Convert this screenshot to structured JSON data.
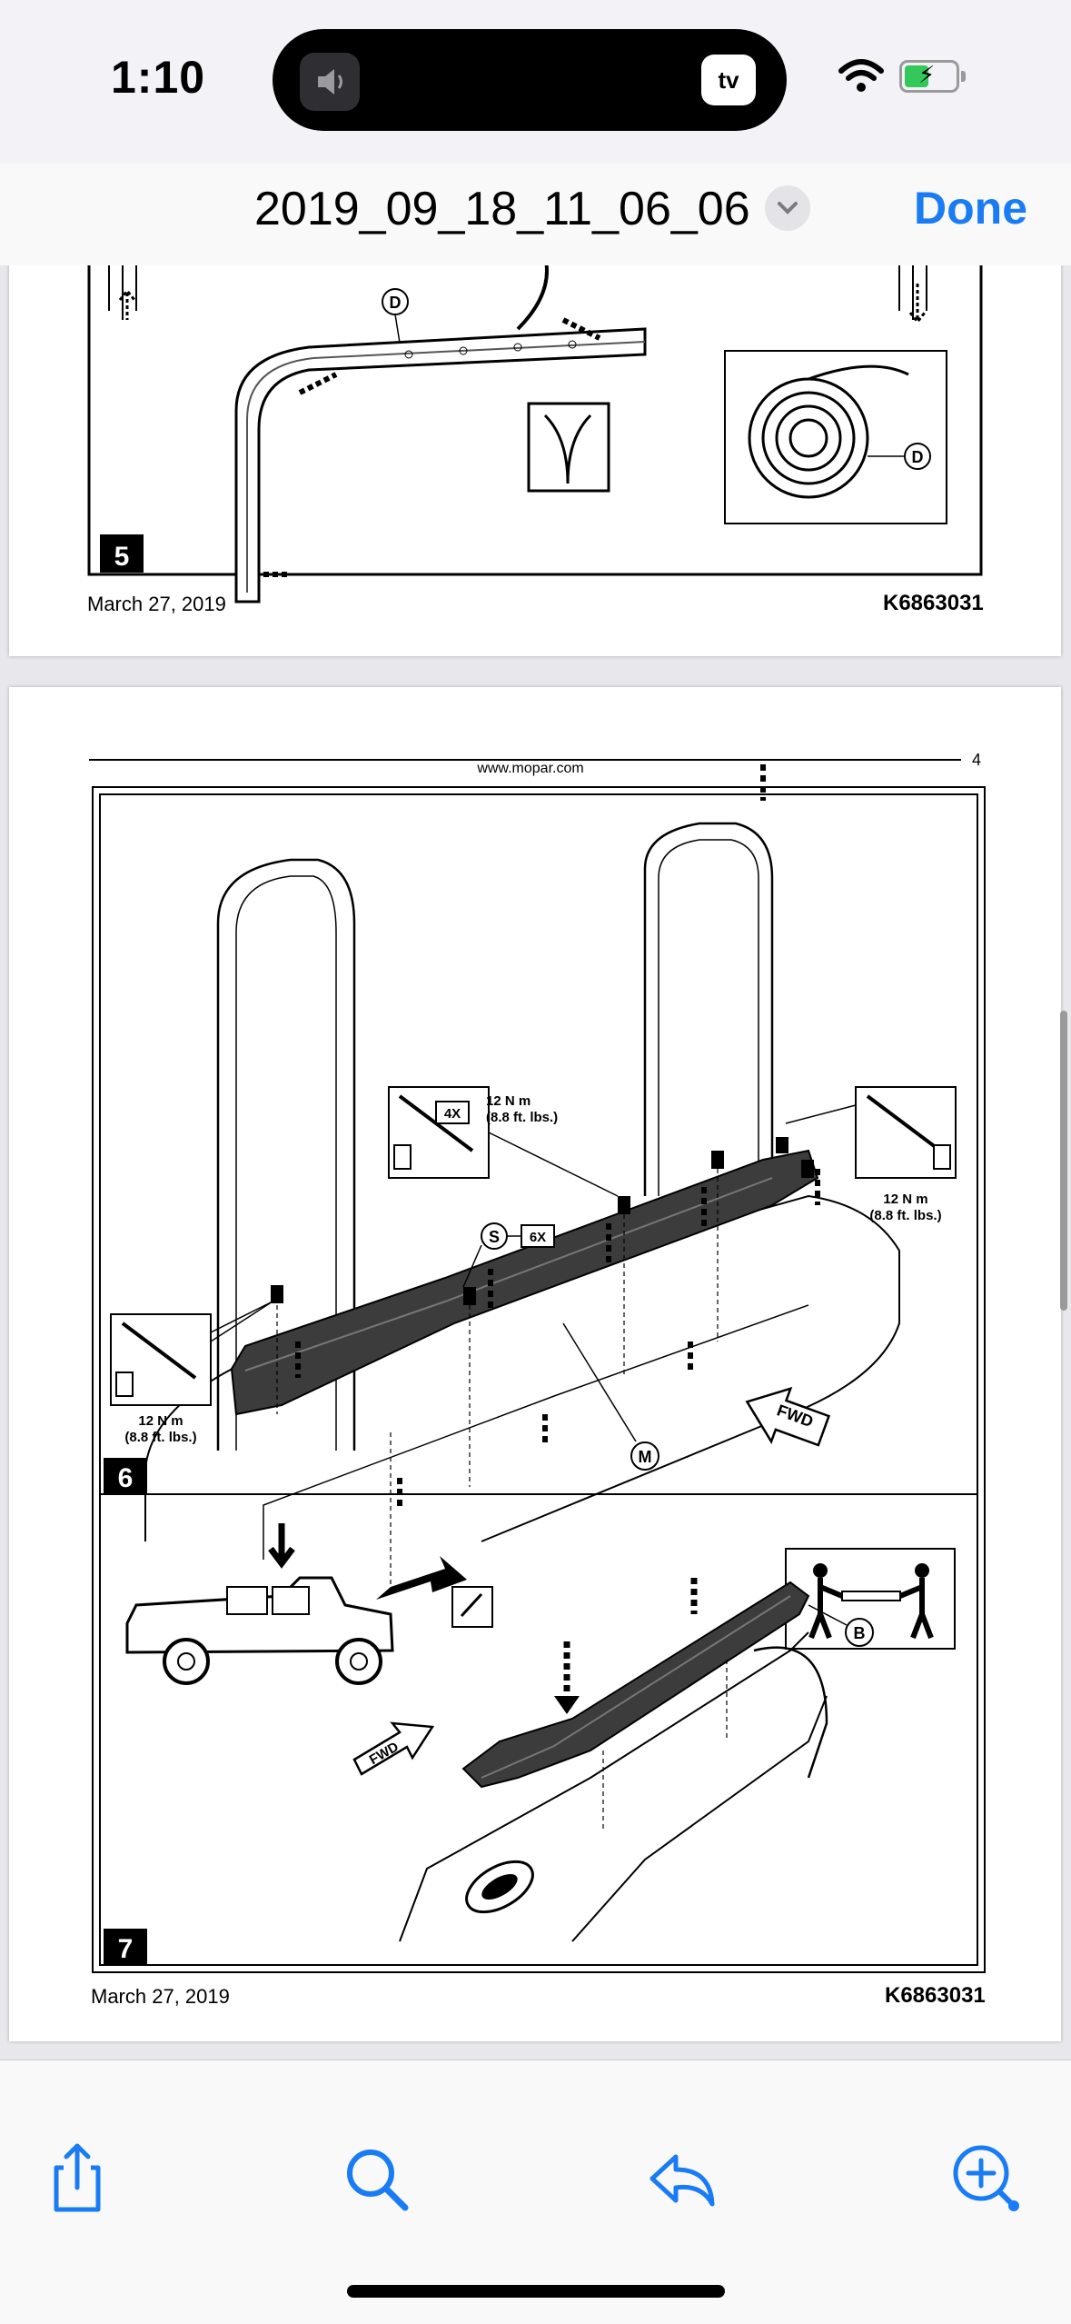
{
  "status_bar": {
    "time": "1:10",
    "island_app": "tv"
  },
  "title_bar": {
    "title": "2019_09_18_11_06_06",
    "done_label": "Done"
  },
  "document": {
    "page_a": {
      "step_number": "5",
      "date": "March 27, 2019",
      "code": "K6863031",
      "callout_d": "D"
    },
    "page_b": {
      "header_url": "www.mopar.com",
      "page_number": "4",
      "step_6": "6",
      "step_7": "7",
      "date": "March 27, 2019",
      "code": "K6863031",
      "torque_value": "12 N m",
      "torque_imperial": "(8.8 ft. lbs.)",
      "qty_4x": "4X",
      "qty_6x": "6X",
      "callout_s": "S",
      "callout_m": "M",
      "callout_b": "B",
      "fwd_label": "FWD"
    }
  },
  "toolbar": {
    "items": [
      "share-icon",
      "search-icon",
      "reply-icon",
      "markup-icon"
    ]
  },
  "colors": {
    "accent": "#1a7cf5",
    "battery": "#34c759"
  }
}
